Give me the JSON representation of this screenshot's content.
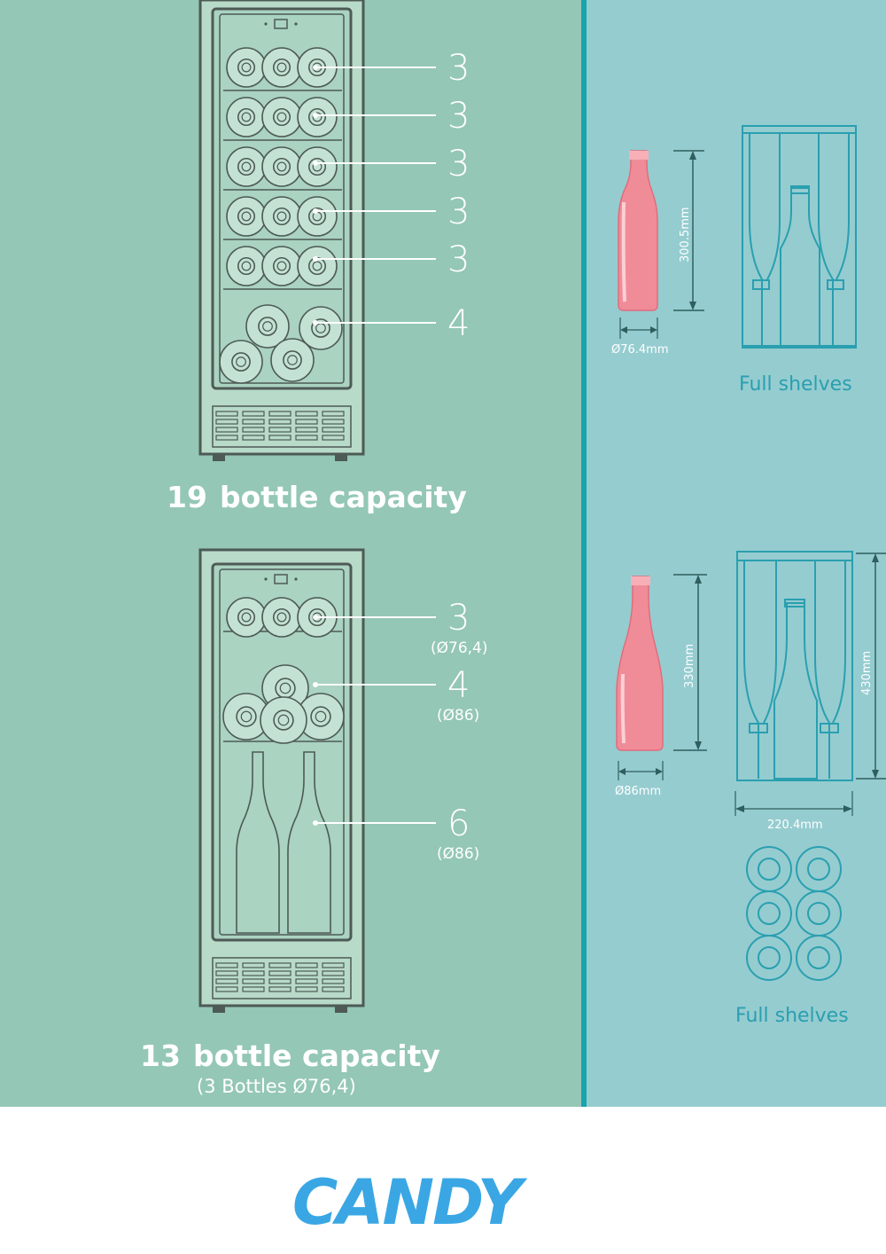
{
  "colors": {
    "left_panel": "#94c7b5",
    "right_panel": "#95ccd0",
    "divider": "#1aa3ad",
    "bottle_pink": "#f08c98",
    "outline_teal": "#2a9fb0",
    "fridge_fill": "#b8dac9",
    "brand_blue": "#3aa7e4"
  },
  "top_section": {
    "shelf_counts": [
      "3",
      "3",
      "3",
      "3",
      "3",
      "4"
    ],
    "capacity_number": "19",
    "capacity_text": "bottle capacity",
    "bottle_height": "300.5mm",
    "bottle_diameter": "Ø76.4mm",
    "right_caption": "Full shelves"
  },
  "bottom_section": {
    "shelf_counts": [
      {
        "count": "3",
        "note": "(Ø76,4)"
      },
      {
        "count": "4",
        "note": "(Ø86)"
      },
      {
        "count": "6",
        "note": "(Ø86)"
      }
    ],
    "capacity_number": "13",
    "capacity_text": "bottle capacity",
    "capacity_note": "(3 Bottles Ø76,4)",
    "bottle_height": "330mm",
    "bottle_diameter": "Ø86mm",
    "rack_height": "430mm",
    "rack_width": "220.4mm",
    "right_caption": "Full shelves"
  },
  "brand": {
    "name": "CANDY"
  },
  "icons": [
    "wine-fridge-icon",
    "wine-bottle-icon",
    "bottle-rack-icon",
    "bottle-stack-icon",
    "candy-logo"
  ]
}
